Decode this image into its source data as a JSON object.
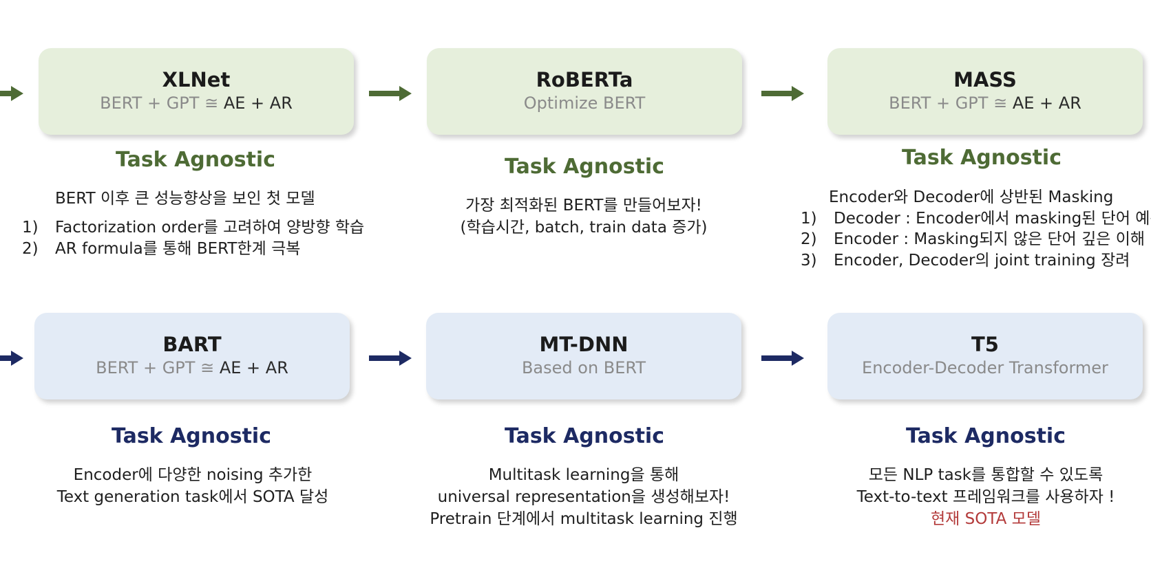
{
  "top_row": [
    {
      "name": "XLNet",
      "sub_gray": "BERT + GPT ≅",
      "sub_dark": "AE + AR",
      "task": "Task Agnostic",
      "summary": "BERT 이후 큰 성능향상을 보인 첫 모델",
      "points": [
        {
          "n": "1)",
          "t": "Factorization order를 고려하여 양방향 학습"
        },
        {
          "n": "2)",
          "t": "AR formula를 통해 BERT한계 극복"
        }
      ]
    },
    {
      "name": "RoBERTa",
      "sub_gray": "Optimize BERT",
      "sub_dark": "",
      "task": "Task Agnostic",
      "lines": [
        "가장 최적화된 BERT를 만들어보자!",
        "(학습시간, batch, train data 증가)"
      ]
    },
    {
      "name": "MASS",
      "sub_gray": "BERT + GPT ≅",
      "sub_dark": "AE + AR",
      "task": "Task Agnostic",
      "summary": "Encoder와 Decoder에 상반된 Masking",
      "points": [
        {
          "n": "1)",
          "t": "Decoder : Encoder에서 masking된 단어 예측"
        },
        {
          "n": "2)",
          "t": "Encoder :  Masking되지 않은 단어 깊은 이해"
        },
        {
          "n": "3)",
          "t": "Encoder, Decoder의 joint training 장려"
        }
      ]
    }
  ],
  "bottom_row": [
    {
      "name": "BART",
      "sub_gray": "BERT + GPT ≅",
      "sub_dark": "AE + AR",
      "task": "Task Agnostic",
      "lines": [
        "Encoder에 다양한 noising 추가한",
        "Text generation task에서 SOTA 달성"
      ]
    },
    {
      "name": "MT-DNN",
      "sub_gray": "Based on BERT",
      "sub_dark": "",
      "task": "Task Agnostic",
      "lines": [
        "Multitask learning을 통해",
        "universal representation을 생성해보자!",
        "Pretrain 단계에서 multitask learning 진행"
      ]
    },
    {
      "name": "T5",
      "sub_gray": "Encoder-Decoder Transformer",
      "sub_dark": "",
      "task": "Task Agnostic",
      "lines": [
        "모든 NLP task를 통합할 수 있도록",
        "Text-to-text 프레임워크를 사용하자 !"
      ],
      "highlight": "현재 SOTA 모델"
    }
  ],
  "colors": {
    "green_box": "#e6efdc",
    "blue_box": "#e3ebf6",
    "green_arrow": "#4e6b35",
    "blue_arrow": "#1d2a63",
    "green_title": "#4e6b35",
    "blue_title": "#1d2a63",
    "highlight": "#b33a3a"
  }
}
